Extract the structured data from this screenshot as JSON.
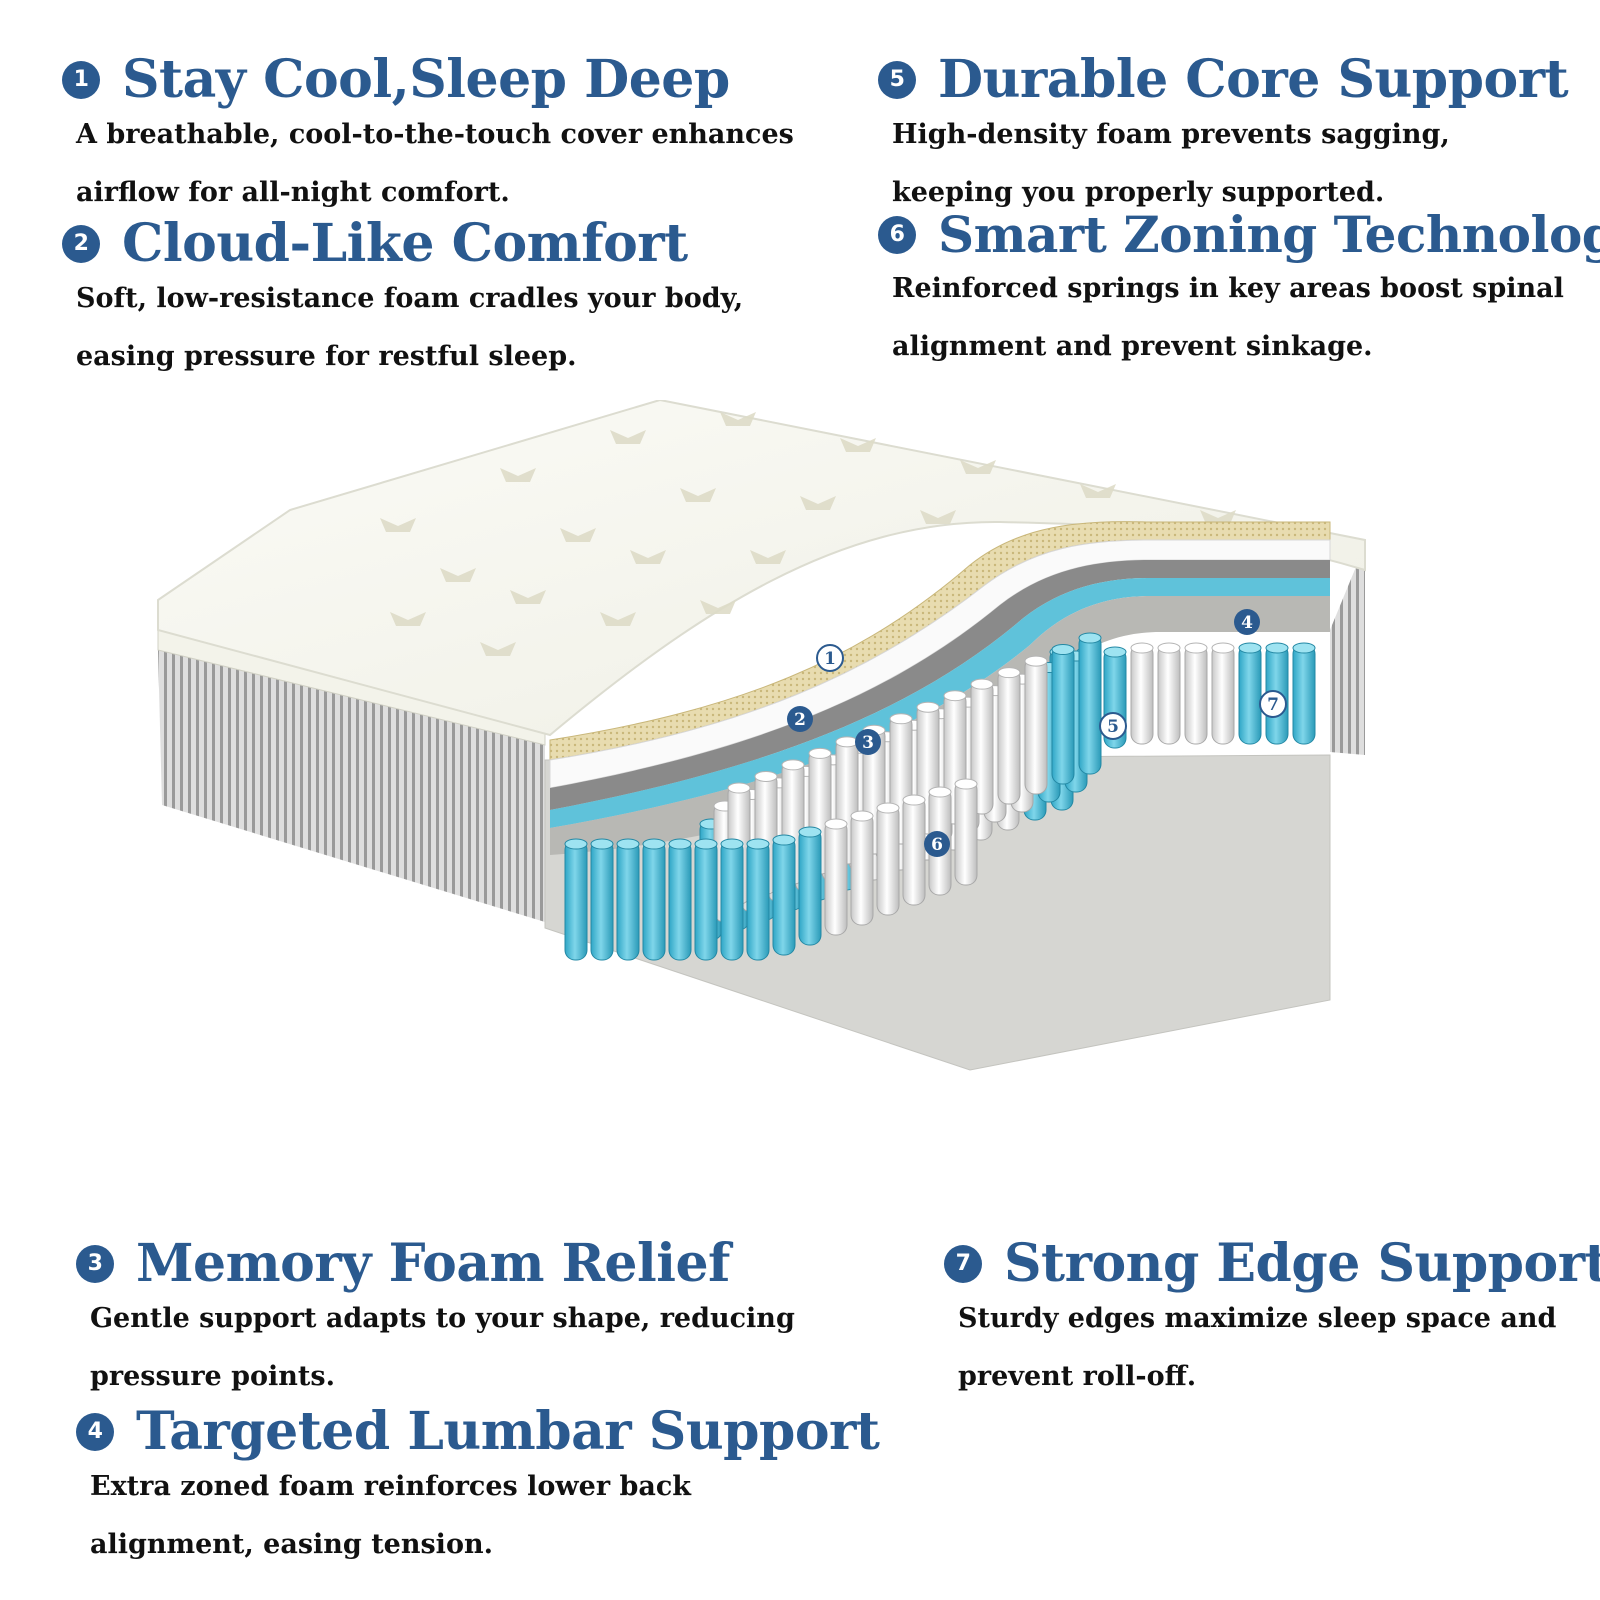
{
  "features": [
    {
      "number": "1",
      "title": "Stay Cool,Sleep Deep",
      "desc_lines": [
        "A breathable, cool-to-the-touch cover enhances",
        "airflow for all-night comfort."
      ]
    },
    {
      "number": "2",
      "title": "Cloud-Like Comfort",
      "desc_lines": [
        "Soft, low-resistance foam cradles your body,",
        "easing pressure for restful sleep."
      ]
    },
    {
      "number": "3",
      "title": "Memory Foam Relief",
      "desc_lines": [
        "Gentle support adapts to your shape, reducing",
        "pressure points."
      ]
    },
    {
      "number": "4",
      "title": "Targeted Lumbar Support",
      "desc_lines": [
        "Extra zoned foam reinforces lower back",
        "alignment, easing tension."
      ]
    },
    {
      "number": "5",
      "title": "Durable Core Support",
      "desc_lines": [
        "High-density foam prevents sagging,",
        "keeping you properly supported."
      ]
    },
    {
      "number": "6",
      "title": "Smart Zoning Technology",
      "desc_lines": [
        "Reinforced springs in key areas boost spinal",
        "alignment and prevent sinkage."
      ]
    },
    {
      "number": "7",
      "title": "Strong Edge Support",
      "desc_lines": [
        "Sturdy edges maximize sleep space and",
        "prevent roll-off."
      ]
    }
  ],
  "diagram_labels": [
    "1",
    "2",
    "3",
    "4",
    "5",
    "6",
    "7"
  ],
  "colors": {
    "accent": "#2b5a8f",
    "coil_blue": "#5cc0d8",
    "coil_white": "#eeeeee",
    "foam_yellow": "#e8dcb0"
  }
}
